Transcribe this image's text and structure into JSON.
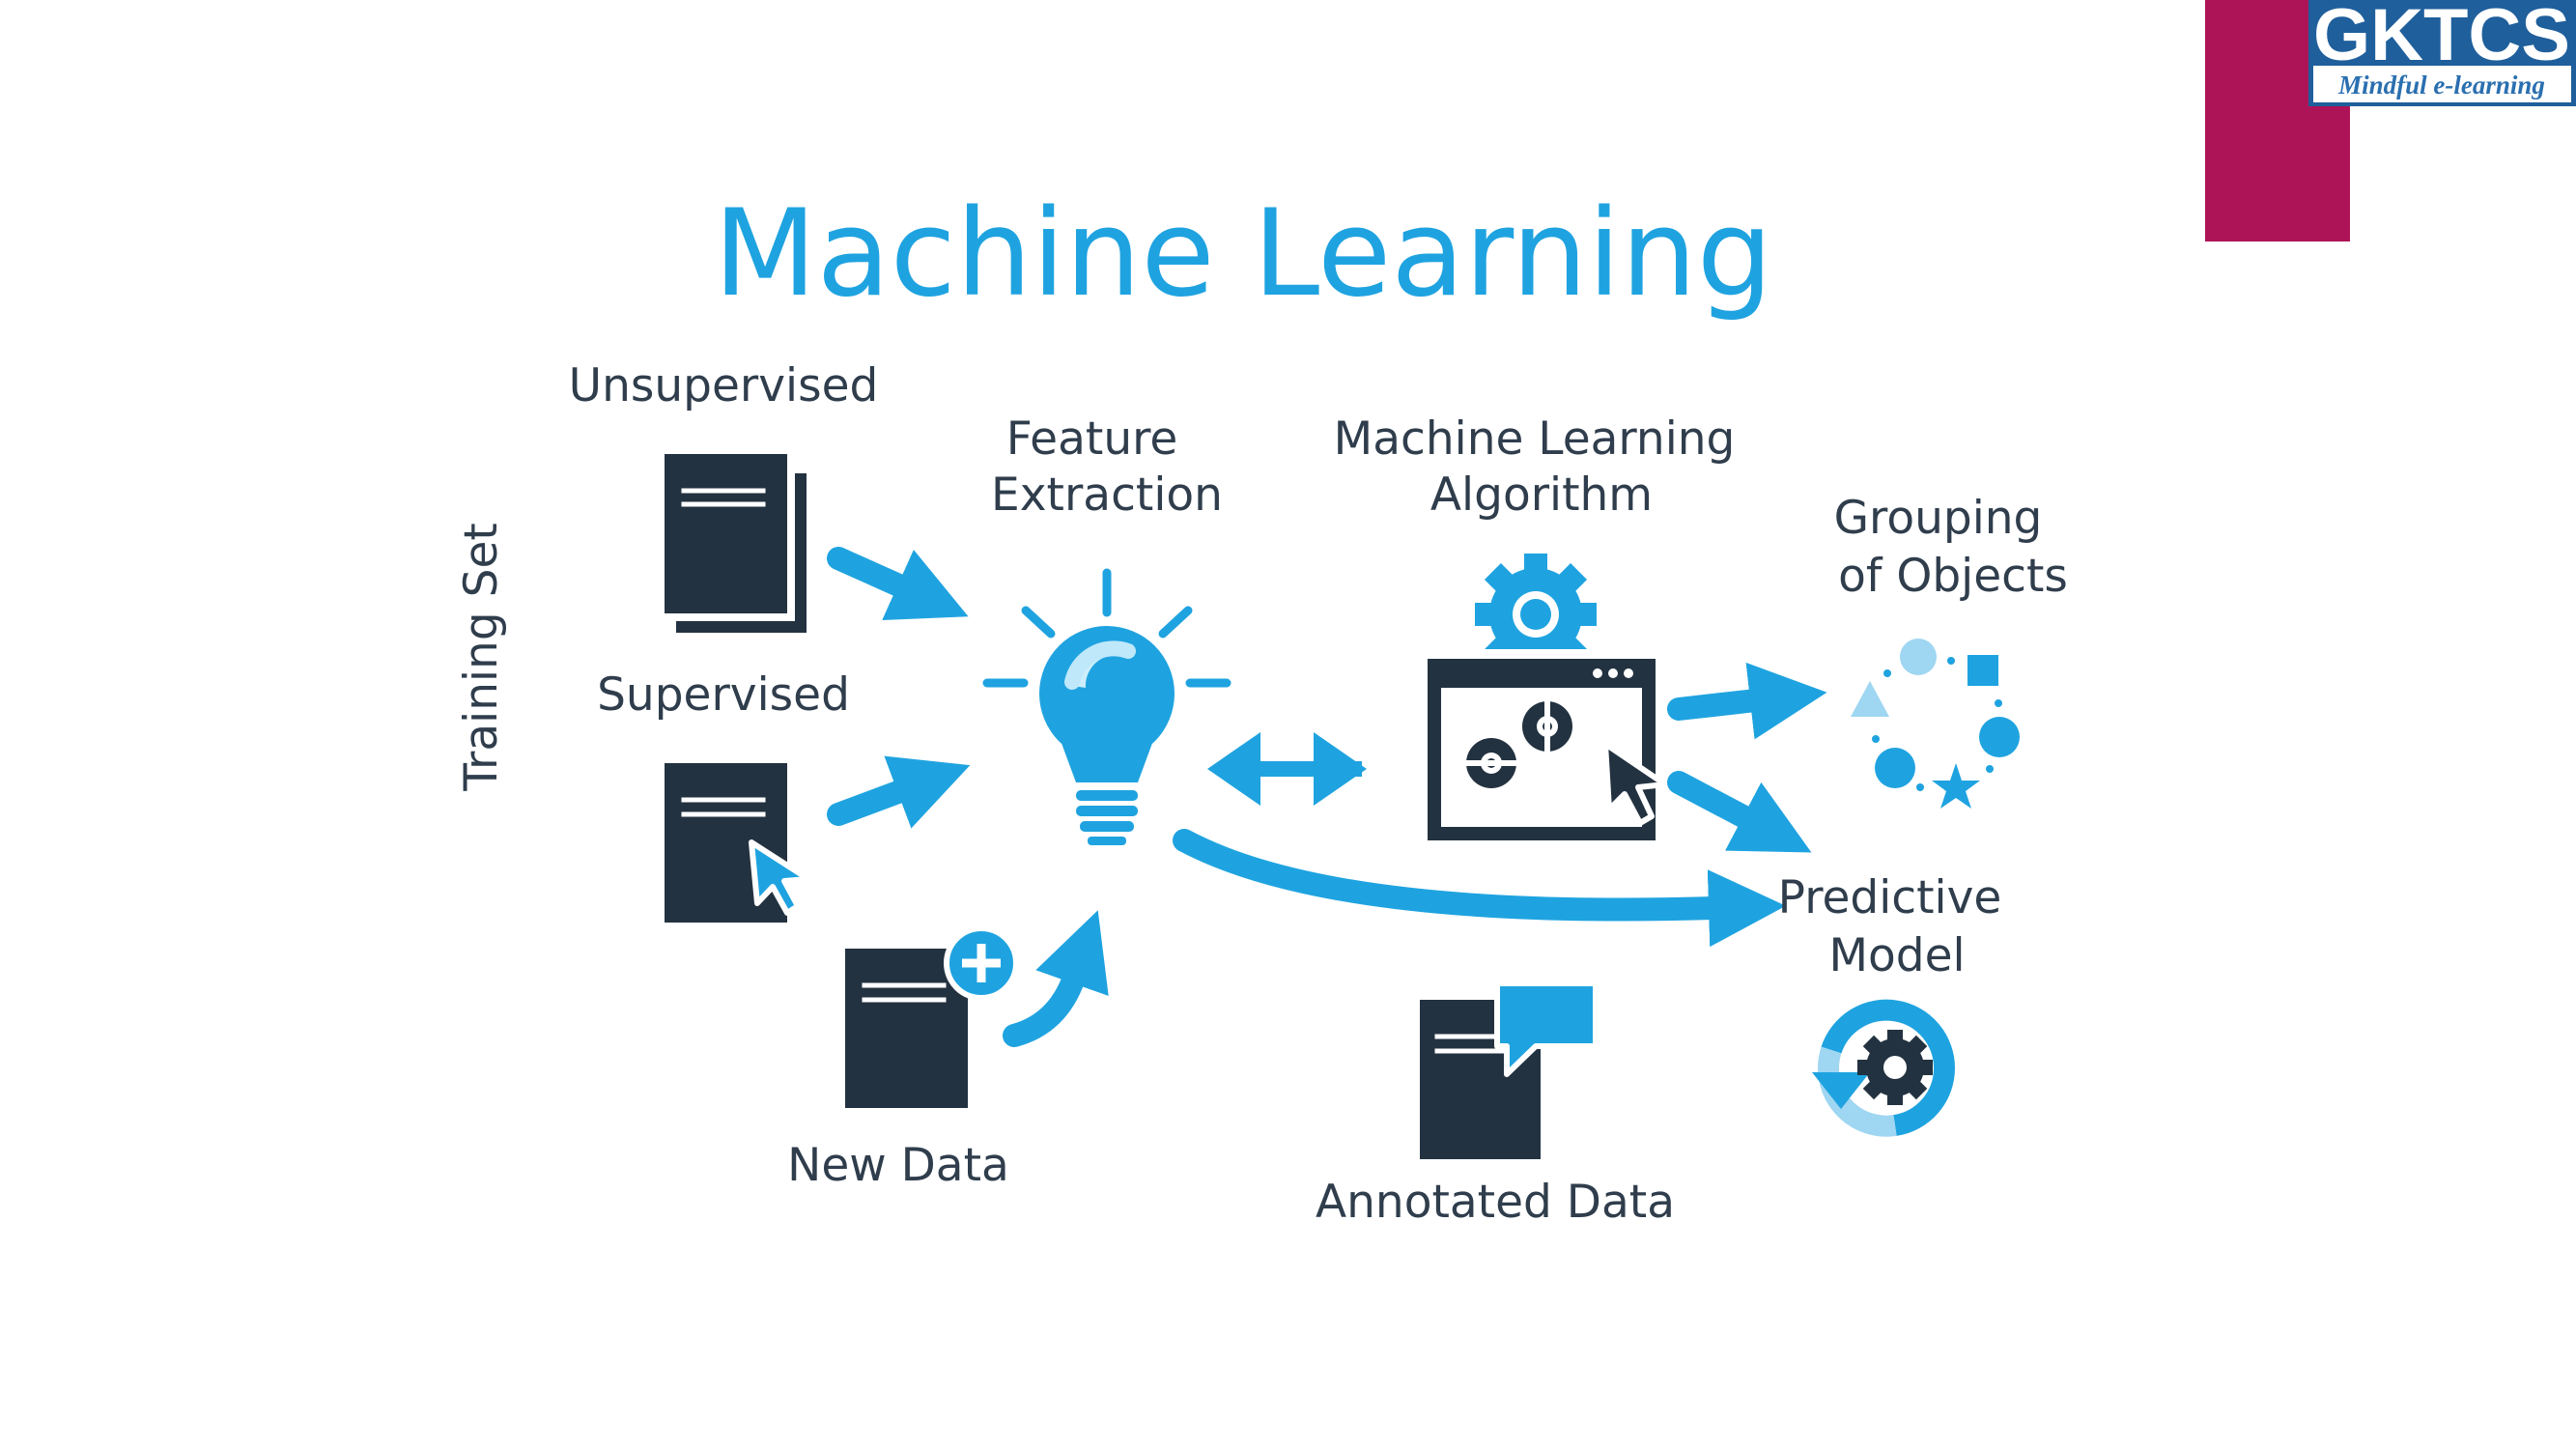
{
  "title": "Machine Learning",
  "logo": {
    "name": "GKTCS",
    "tagline": "Mindful e-learning",
    "colors": {
      "header_blue": "#1f5f9c",
      "accent_bar": "#ad1457"
    }
  },
  "labels": {
    "training_set": "Training Set",
    "unsupervised": "Unsupervised",
    "supervised": "Supervised",
    "new_data": "New Data",
    "feature_extraction": [
      "Feature",
      "Extraction"
    ],
    "ml_algorithm": [
      "Machine Learning",
      "Algorithm"
    ],
    "grouping": [
      "Grouping",
      "of Objects"
    ],
    "predictive": [
      "Predictive",
      "Model"
    ],
    "annotated_data": "Annotated Data"
  },
  "colors": {
    "accent": "#1fa3e0",
    "dark": "#233240",
    "text": "#2f3d4c"
  }
}
